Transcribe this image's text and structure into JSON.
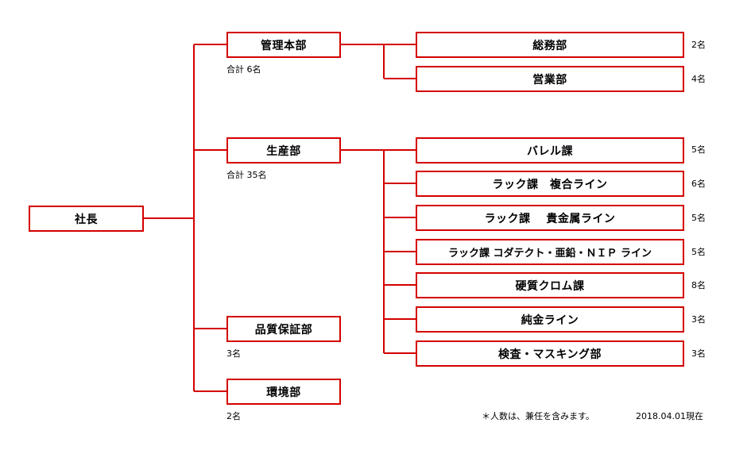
{
  "president": "社長",
  "departments": {
    "admin": {
      "label": "管理本部",
      "total": "合計 6名"
    },
    "production": {
      "label": "生産部",
      "total": "合計 35名"
    },
    "quality": {
      "label": "品質保証部",
      "count": "3名"
    },
    "environment": {
      "label": "環境部",
      "count": "2名"
    }
  },
  "admin_sections": [
    {
      "label": "総務部",
      "count": "2名"
    },
    {
      "label": "営業部",
      "count": "4名"
    }
  ],
  "production_sections": [
    {
      "label": "バレル課",
      "count": "5名"
    },
    {
      "label": "ラック課　複合ライン",
      "count": "6名"
    },
    {
      "label": "ラック課　 貴金属ライン",
      "count": "5名"
    },
    {
      "label": "ラック課 コダテクト・亜鉛・ＮＩＰ ライン",
      "count": "5名"
    },
    {
      "label": "硬質クロム課",
      "count": "8名"
    },
    {
      "label": "純金ライン",
      "count": "3名"
    },
    {
      "label": "検査・マスキング部",
      "count": "3名"
    }
  ],
  "footer": {
    "note": "＊人数は、兼任を含みます。",
    "date": "2018.04.01現在"
  },
  "colors": {
    "border": "#d40000",
    "line": "#d40000"
  }
}
